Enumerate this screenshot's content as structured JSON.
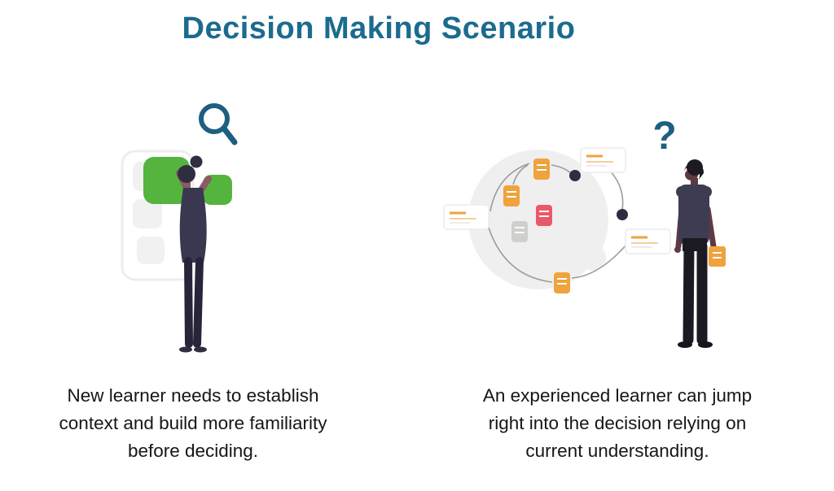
{
  "title": "Decision Making Scenario",
  "left_panel": {
    "caption_lines": [
      "New learner needs to establish",
      "context and build more familiarity",
      "before deciding."
    ]
  },
  "right_panel": {
    "question_mark": "?",
    "caption_lines": [
      "An experienced learner can jump",
      "right into the decision relying on",
      "current understanding."
    ]
  },
  "colors": {
    "title_text": "#1C6B8F",
    "caption_text": "#161616",
    "accent_green": "#54B43E",
    "accent_teal": "#1D5F80",
    "figure_hair_dark": "#2F2E41",
    "figure_clothes_slate": "#3A3850",
    "figure_pants_dark": "#27253A",
    "skin_tone": "#8C5B63",
    "note_orange": "#F0A23C",
    "note_pink": "#E8596B",
    "note_gray": "#CFCFCD",
    "card_white": "#FFFFFF",
    "soft_gray_circle": "#EFEFEF",
    "connector_gray": "#9B9B9B"
  }
}
